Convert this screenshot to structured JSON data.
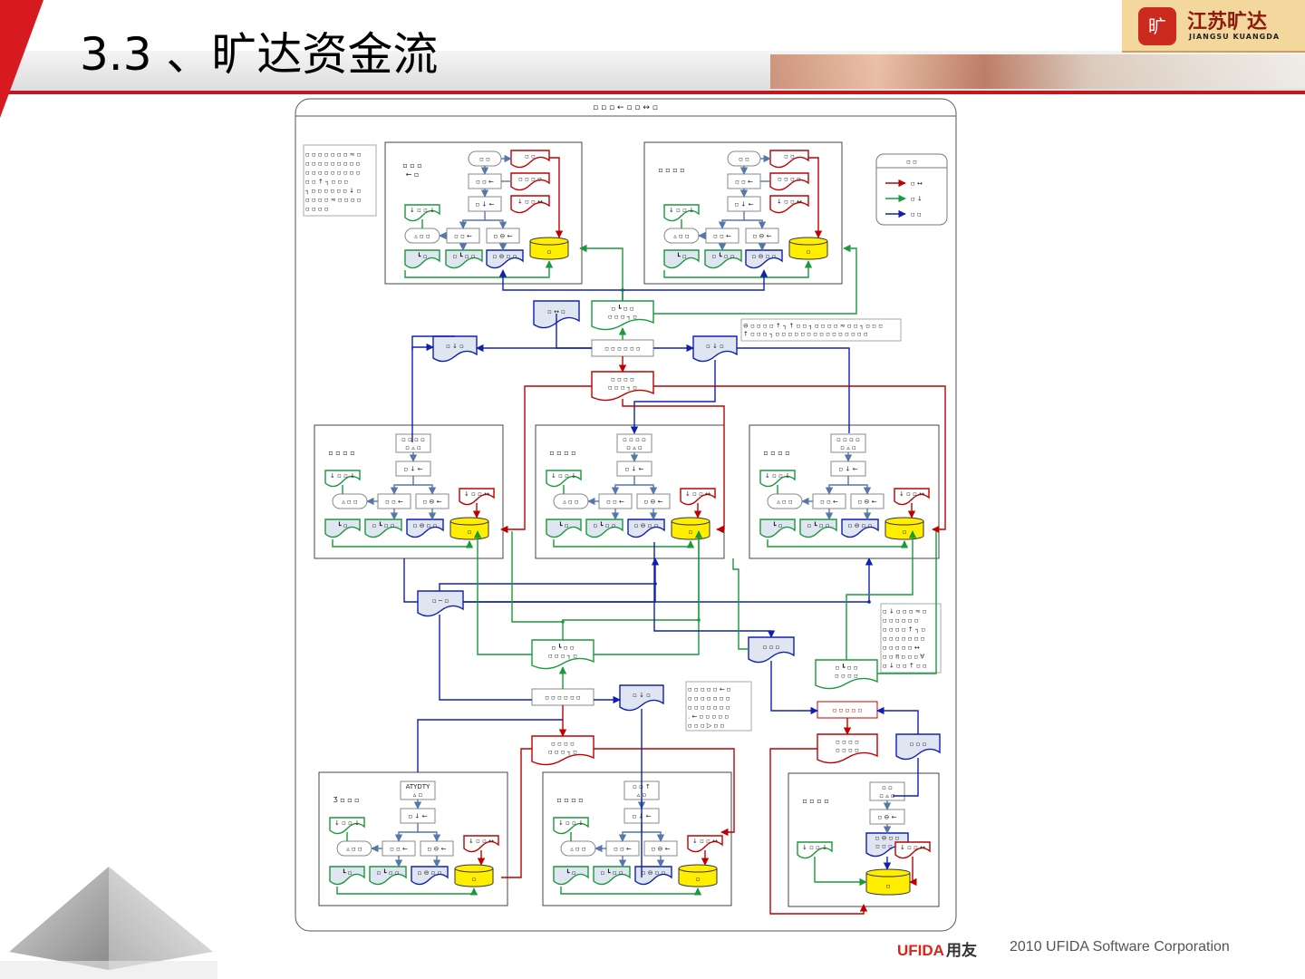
{
  "slide": {
    "title": "3.3 、旷达资金流",
    "logo": {
      "badge": "旷",
      "name_cn": "江苏旷达",
      "name_en": "JIANGSU KUANGDA"
    },
    "footer": {
      "brand": "UFIDA",
      "brand_cn": "用友",
      "copyright": "2010 UFIDA Software Corporation"
    }
  },
  "diagram": {
    "frame_title": "▫ ▫ ▫ ←  ▫ ▫ ↔ ▫",
    "note_topleft": [
      "▫ ▫ ▫ ▫ ▫ ▫ ▫ ≈ ▫",
      "▫ ▫ ▫ ▫ ▫ ▫ ▫ ▫ ▫",
      "▫ ▫ ▫ ▫ ▫ ▫ ▫ ▫ ▫",
      "▫ ▫ ↑ ┐ ▫ ▫ ▫",
      "┐ ▫ ▫ ▫ ▫ ▫ ▫ ↓ ▫",
      "▫ ▫ ▫ ▫ ≈ ▫ ▫ ▫ ▫",
      "▫ ▫ ▫ ▫"
    ],
    "legend": {
      "title": "▫ ▫",
      "items": [
        {
          "label": "▫ ↔",
          "color": "#c00000"
        },
        {
          "label": "▫ ↓",
          "color": "#1a9a3a"
        },
        {
          "label": "▫ ▫",
          "color": "#1020b0"
        }
      ]
    },
    "colors": {
      "red": "#c00000",
      "green": "#1a9a3a",
      "blue": "#1020b0",
      "yellow": "#ffee00",
      "bluefill": "#dfe6f2"
    },
    "units": [
      {
        "name": "▫ ▫ ▫\n← ▫",
        "top": "",
        "boxes": {
          "a": "▫ ▫",
          "b": "▫ ▫ ←",
          "c": "▫ ↓ ←",
          "d": "▫ ▫ ←",
          "e": "▫ ⊖ ←",
          "f": "▵ ▫ ▫",
          "g": "↓ ▫ ▫ ↓",
          "h": "┗ ▫",
          "i": "▫ ┗ ▫ ▫",
          "j": "▫ ⊖ ▫ ▫",
          "r1": "▫ ▫",
          "r2": "▫ ▫ ▫ ▫",
          "r3": "↓ ▫ ▫ ↔",
          "db": "▫"
        }
      },
      {
        "name": "▫ ▫ ▫ ▫",
        "top": "",
        "boxes": {
          "a": "▫ ▫",
          "b": "▫ ▫ ←",
          "c": "▫ ↓ ←",
          "d": "▫ ▫ ←",
          "e": "▫ ⊖ ←",
          "f": "▵ ▫ ▫",
          "g": "↓ ▫ ▫ ↓",
          "h": "┗ ▫",
          "i": "▫ ┗ ▫ ▫",
          "j": "▫ ⊖ ▫ ▫",
          "r1": "▫ ▫",
          "r2": "▫ ▫ ▫ ▫",
          "r3": "↓ ▫ ▫ ↔",
          "db": "▫"
        }
      },
      {
        "name": "▫ ▫ ▫ ▫",
        "top": "▫ ▫ ▫ ▫\n▫ ▵ ▫",
        "boxes": {
          "c": "▫ ↓ ←",
          "d": "▫ ▫ ←",
          "e": "▫ ⊖ ←",
          "f": "▵ ▫ ▫",
          "g": "↓ ▫ ▫ ↓",
          "h": "┗ ▫",
          "i": "▫ ┗ ▫ ▫",
          "j": "▫ ⊖ ▫ ▫",
          "r3": "↓ ▫ ▫ ↔",
          "db": "▫"
        }
      },
      {
        "name": "▫ ▫ ▫ ▫",
        "top": "▫ ▫ ▫ ▫\n▫ ▵ ▫",
        "boxes": {
          "c": "▫ ↓ ←",
          "d": "▫ ▫ ←",
          "e": "▫ ⊖ ←",
          "f": "▵ ▫ ▫",
          "g": "↓ ▫ ▫ ↓",
          "h": "┗ ▫",
          "i": "▫ ┗ ▫ ▫",
          "j": "▫ ⊖ ▫ ▫",
          "r3": "↓ ▫ ▫ ↔",
          "db": "▫"
        }
      },
      {
        "name": "▫ ▫ ▫ ▫",
        "top": "▫ ▫ ▫ ▫\n▫ ▵ ▫",
        "boxes": {
          "c": "▫ ↓ ←",
          "d": "▫ ▫ ←",
          "e": "▫ ⊖ ←",
          "f": "▵ ▫ ▫",
          "g": "↓ ▫ ▫ ↓",
          "h": "┗ ▫",
          "i": "▫ ┗ ▫ ▫",
          "j": "▫ ⊖ ▫ ▫",
          "r3": "↓ ▫ ▫ ↔",
          "db": "▫"
        }
      },
      {
        "name": "Ʒ ▫ ▫ ▫",
        "top": "ATYDTY\n▵ ▫",
        "boxes": {
          "c": "▫ ↓ ←",
          "d": "▫ ▫ ←",
          "e": "▫ ⊖ ←",
          "f": "▵ ▫ ▫",
          "g": "↓ ▫ ▫ ↓",
          "h": "┗ ▫",
          "i": "▫ ┗ ▫ ▫",
          "j": "▫ ⊖ ▫ ▫",
          "r3": "↓ ▫ ▫ ↔",
          "db": "▫"
        }
      },
      {
        "name": "▫ ▫ ▫ ▫",
        "top": "▫ ▫ ↑\n▵ ▫",
        "boxes": {
          "c": "▫ ↓ ←",
          "d": "▫ ▫ ←",
          "e": "▫ ⊖ ←",
          "f": "▵ ▫ ▫",
          "g": "↓ ▫ ▫ ↓",
          "h": "┗ ▫",
          "i": "▫ ┗ ▫ ▫",
          "j": "▫ ⊖ ▫ ▫",
          "r3": "↓ ▫ ▫ ↔",
          "db": "▫"
        }
      },
      {
        "name": "▫ ▫ ▫ ▫",
        "top": "▫ ▫\n▫ ▵ ▫",
        "boxes": {
          "e": "▫ ⊖ ←",
          "j": "▫ ⊖ ▫ ▫\n▫  ▫ ▫ ▫",
          "g": "↓ ▫ ▫ ↓",
          "r3": "↓ ▫ ▫ ↔",
          "db": "▫"
        }
      }
    ],
    "center": {
      "doc1": "▫ ↔ ▫",
      "doc2": "▫ ┗ ▫ ▫\n▫ ▫ ▫ ┐ ▫",
      "proc1": "▫ ▫ ▫ ▫ ▫ ▫",
      "doc3": "▫ ↓ ▫",
      "doc4": "▫ ↓ ▫",
      "doc5": "▫ ▫ ▫ ▫\n▫ ▫ ▫ ┐ ▫",
      "note_mid": [
        "⊖ ▫ ▫ ▫ ▫ ↑ ┐ ↑ ▫ ▫ ┐ ▫ ▫ ▫ ▫ ≈ ▫ ▫ ┐  ▫ ▫ ▫",
        "↑ ▫ ▫ ▫ ┐ ▫ ▫ ▫ ▫ ▫ ▫ ▫ ▫ ▫ ▫ ▫ ▫ ▫ ▫ ▫"
      ],
      "doc6": "▫ ─ ▫",
      "doc7": "▫ ┗ ▫ ▫\n▫ ▫ ▫ ┐ ▫",
      "proc2": "▫ ▫ ▫ ▫ ▫ ▫",
      "doc8": "▫ ↓ ▫",
      "doc9": "▫ ▫ ▫ ▫\n▫ ▫ ▫ ┐ ▫",
      "doc10": "▫ ▫ ▫",
      "doc11": "▫ ┗ ▫ ▫\n▫  ▫ ▫ ▫",
      "proc3": "▫ ▫ ▫ ▫ ▫",
      "doc12": "▫ ▫ ▫ ▫\n▫  ▫ ▫ ▫",
      "doc13": "▫ ▫ ▫",
      "note_right": [
        "▫ ↓ ▫ ▫ ▫ ≈ ▫",
        "▫  ▫ ▫ ▫ ▫ ▫",
        "▫ ▫ ▫ ▫ ↑ ┐ ▫",
        "▫ ▫ ▫ ▫ ▫ ▫ ▫",
        "  ▫ ▫ ▫ ▫ ▫ ↔",
        "▫ ▫ π ▫ ▫ ▫ ∀",
        "▫ ↓ ▫ ▫ ↑ ▫ ▫"
      ],
      "note_bottom": [
        "▫ ▫ ▫ ▫ ▫ ← ▫",
        "▫ ▫ ▫ ▫ ▫ ▫ ▫",
        "▫ ▫ ▫ ▫ ▫ ▫ ▫",
        ". ← ▫  ▫ ▫ ▫ ▫",
        "▫ ▫ ▫ ▷ ▫ ▫"
      ]
    }
  }
}
